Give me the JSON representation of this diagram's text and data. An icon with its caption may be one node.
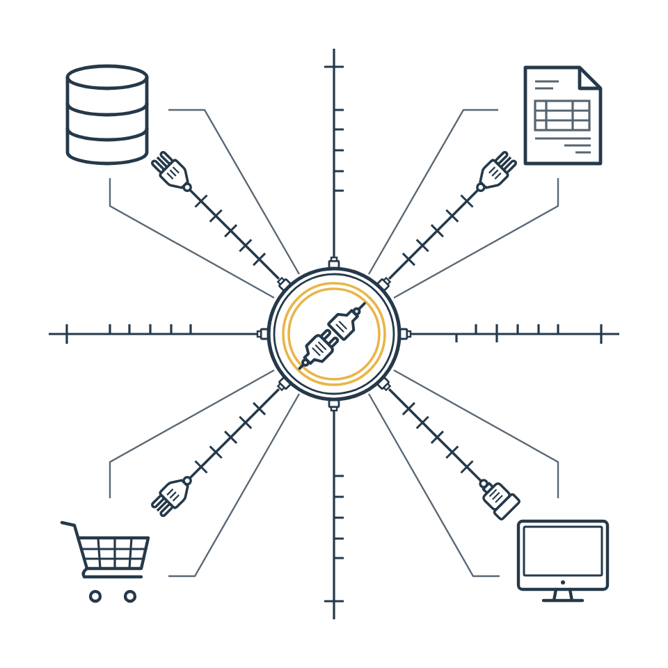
{
  "diagram": {
    "nodes": [
      {
        "text": [],
        "shape": "picture"
      },
      {
        "text": [],
        "shape": "picture"
      },
      {
        "text": [],
        "shape": "circle"
      },
      {
        "text": [],
        "shape": "picture"
      },
      {
        "text": [],
        "shape": "picture"
      }
    ],
    "edges": [
      {
        "from": 2,
        "to": 0,
        "arrow": "other"
      },
      {
        "from": 2,
        "to": 1,
        "arrow": "other"
      },
      {
        "from": 2,
        "to": 3,
        "arrow": "other"
      },
      {
        "from": 2,
        "to": 4,
        "arrow": "other"
      }
    ]
  }
}
